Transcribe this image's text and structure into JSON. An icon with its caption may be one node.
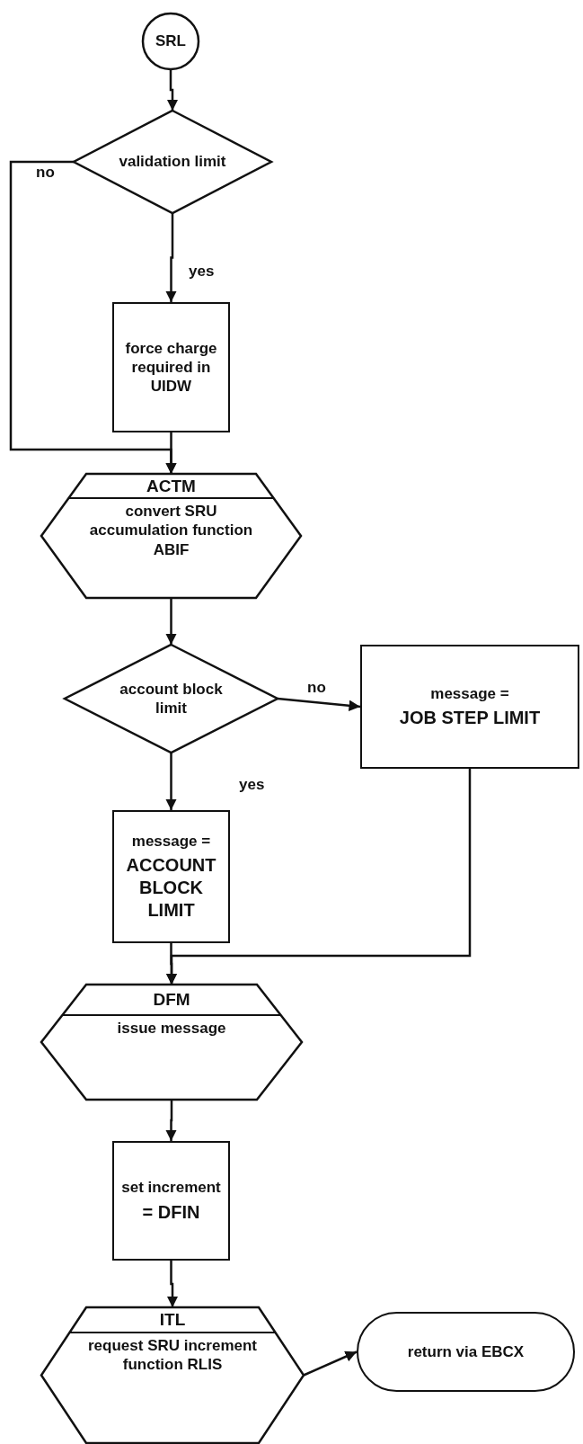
{
  "diagram": {
    "nodes": [
      {
        "text": [
          "SRL"
        ]
      },
      {
        "text": [
          "validation limit"
        ]
      },
      {
        "text": [
          "force charge required in UIDW"
        ]
      },
      {
        "text": [
          "ACTM",
          "convert SRU accumulation function ABIF"
        ]
      },
      {
        "text": [
          "account block limit"
        ]
      },
      {
        "text": [
          "message =",
          "JOB STEP LIMIT"
        ]
      },
      {
        "text": [
          "message =",
          "ACCOUNT BLOCK LIMIT"
        ]
      },
      {
        "text": [
          "DFM",
          "issue message"
        ]
      },
      {
        "text": [
          "set increment",
          "= DFIN"
        ]
      },
      {
        "text": [
          "ITL",
          "request SRU increment function RLIS"
        ]
      },
      {
        "text": [
          "return via EBCX"
        ]
      }
    ],
    "edges": [
      {
        "from": 0,
        "to": 1,
        "arrow": "to"
      },
      {
        "from": 1,
        "to": 2,
        "arrow": "to",
        "label": "yes"
      },
      {
        "from": 1,
        "to": 3,
        "arrow": "to",
        "label": "no"
      },
      {
        "from": 2,
        "to": 3,
        "arrow": "to"
      },
      {
        "from": 3,
        "to": 4,
        "arrow": "to"
      },
      {
        "from": 4,
        "to": 5,
        "arrow": "to",
        "label": "no"
      },
      {
        "from": 4,
        "to": 6,
        "arrow": "to",
        "label": "yes"
      },
      {
        "from": 5,
        "to": 7,
        "arrow": "to"
      },
      {
        "from": 6,
        "to": 7,
        "arrow": "to"
      },
      {
        "from": 7,
        "to": 8,
        "arrow": "to"
      },
      {
        "from": 8,
        "to": 9,
        "arrow": "to"
      },
      {
        "from": 9,
        "to": 10,
        "arrow": "to"
      }
    ]
  }
}
